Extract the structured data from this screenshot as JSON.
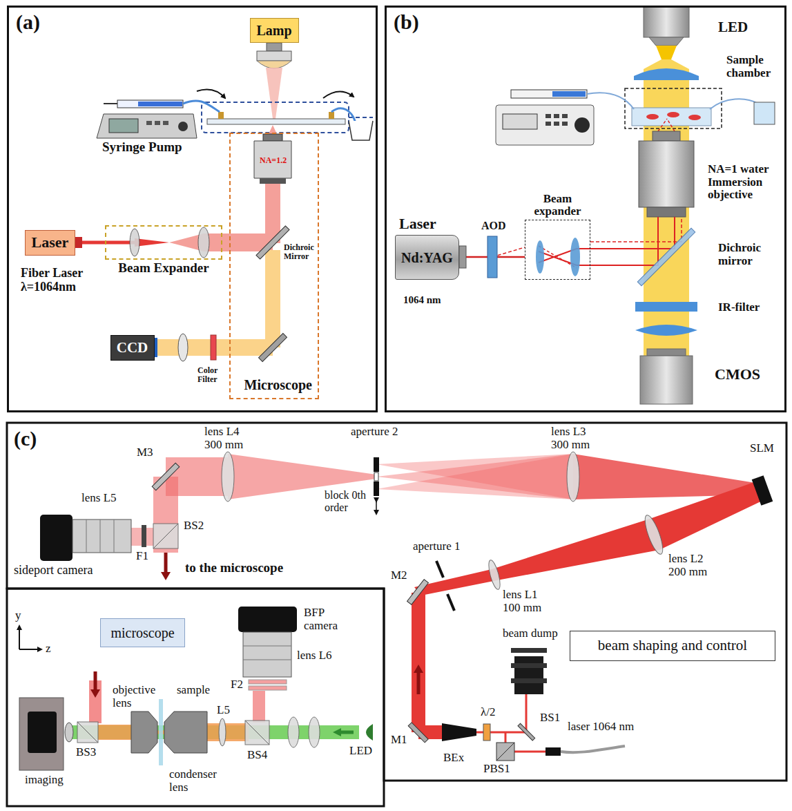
{
  "diagram": {
    "nodes": [
      {
        "text": [
          "(a)"
        ]
      },
      {
        "text": [
          "Lamp"
        ],
        "in": 0
      },
      {
        "text": [
          "Laser"
        ],
        "in": 0
      },
      {
        "text": [
          "Beam Expander"
        ],
        "in": 0
      },
      {
        "text": [
          "Microscope"
        ],
        "in": 0
      },
      {
        "text": [
          "CCD"
        ],
        "in": 0
      },
      {
        "text": [
          "(b)"
        ]
      },
      {
        "text": [
          "Nd:YAG"
        ],
        "in": 6
      },
      {
        "text": [
          "Beam expander"
        ],
        "in": 6
      },
      {
        "text": [
          "(c)"
        ]
      },
      {
        "text": [
          "microscope"
        ],
        "in": 9
      },
      {
        "text": [
          "beam shaping and control"
        ],
        "in": 9
      }
    ],
    "edges": [
      {
        "from": 2,
        "to": 3,
        "arrow": "none"
      },
      {
        "from": 3,
        "to": 4,
        "arrow": "none"
      },
      {
        "from": 4,
        "to": 5,
        "arrow": "none"
      },
      {
        "from": 7,
        "to": 8,
        "arrow": "none"
      }
    ],
    "labels": [
      "Syringe Pump",
      "NA=1.2",
      "Dichroic Mirror",
      "Fiber Laser λ=1064nm",
      "Color Filter",
      "LED",
      "Sample chamber",
      "NA=1 water Immersion objective",
      "Laser",
      "1064 nm",
      "AOD",
      "Dichroic mirror",
      "IR-filter",
      "CMOS",
      "lens L4 300 mm",
      "aperture 2",
      "block 0th order",
      "lens L3 300 mm",
      "SLM",
      "M3",
      "lens L5",
      "BS2",
      "F1",
      "sideport camera",
      "to the microscope",
      "aperture 1",
      "lens L1 100 mm",
      "lens L2 200 mm",
      "M2",
      "beam dump",
      "λ/2",
      "BS1",
      "M1",
      "BEx",
      "PBS1",
      "laser 1064 nm",
      "y",
      "z",
      "BFP camera",
      "lens L6",
      "F2",
      "objective lens",
      "sample",
      "L5",
      "imaging",
      "BS3",
      "condenser lens",
      "BS4",
      "LED"
    ]
  }
}
